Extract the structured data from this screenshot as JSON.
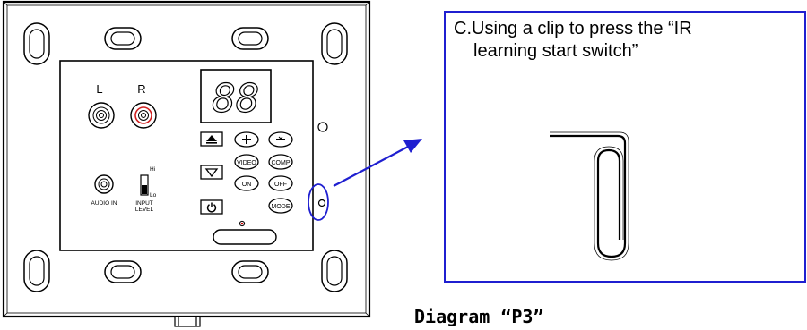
{
  "panel": {
    "label_left": "L",
    "label_right": "R",
    "display_digits": "88",
    "hi_label": "Hi",
    "lo_label": "Lo",
    "audio_in_label": "AUDIO IN",
    "input_label": "INPUT",
    "level_label": "LEVEL",
    "buttons": {
      "video": "VIDEO",
      "comp": "COMP",
      "on": "ON",
      "off": "OFF",
      "mode": "MODE"
    }
  },
  "callout": {
    "instruction_line1": "C.Using a clip to press the “IR",
    "instruction_line2": "learning start switch”"
  },
  "caption": "Diagram “P3”",
  "colors": {
    "highlight": "#1f1fd0",
    "led": "#cc0000",
    "jack_ring": "#d02020"
  }
}
